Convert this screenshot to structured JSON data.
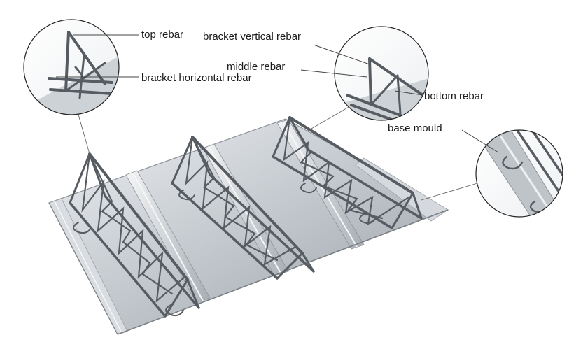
{
  "labels": {
    "top_rebar": "top rebar",
    "bracket_vertical_rebar": "bracket vertical rebar",
    "middle_rebar": "middle rebar",
    "bracket_horizontal_rebar": "bracket horizontal rebar",
    "bottom_rebar": "bottom rebar",
    "base_mould": "base mould"
  },
  "colors": {
    "steel_light": "#e6e9ec",
    "steel_mid": "#b9bec4",
    "steel_dark": "#6d7379",
    "rebar": "#565c62",
    "leader": "#444444",
    "text": "#1a1a1a"
  }
}
